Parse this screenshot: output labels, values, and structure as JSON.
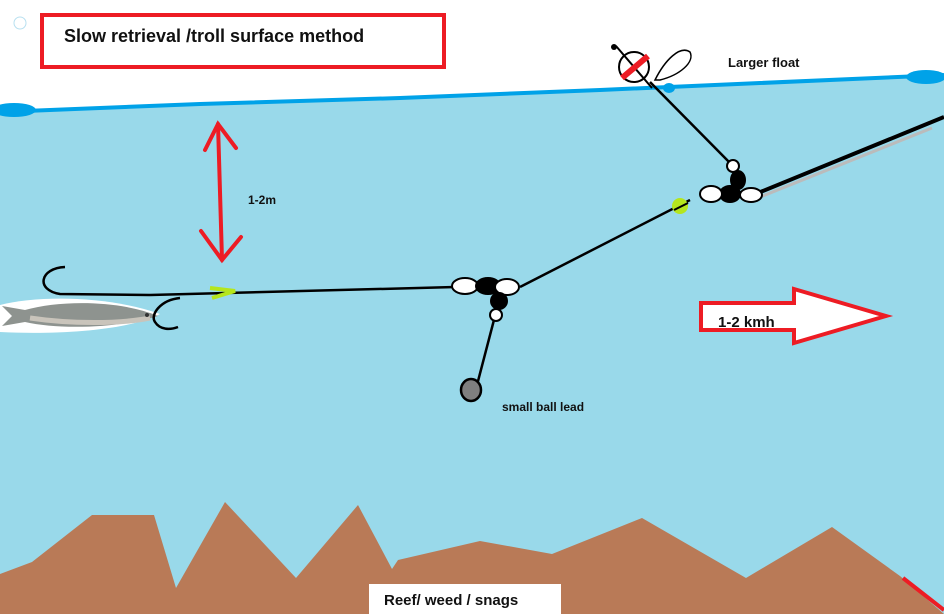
{
  "title": "Slow retrieval /troll surface method",
  "labels": {
    "float": "Larger float",
    "depth": "1-2m",
    "lead": "small ball lead",
    "speed": "1-2 kmh",
    "bottom": "Reef/ weed / snags"
  },
  "colors": {
    "water": "#99d9ea",
    "surface_line": "#00a2e8",
    "arrow_red": "#ed1c24",
    "reef": "#b97a57",
    "bead_green": "#b5e61d",
    "lead_grey": "#7f7f7f"
  }
}
